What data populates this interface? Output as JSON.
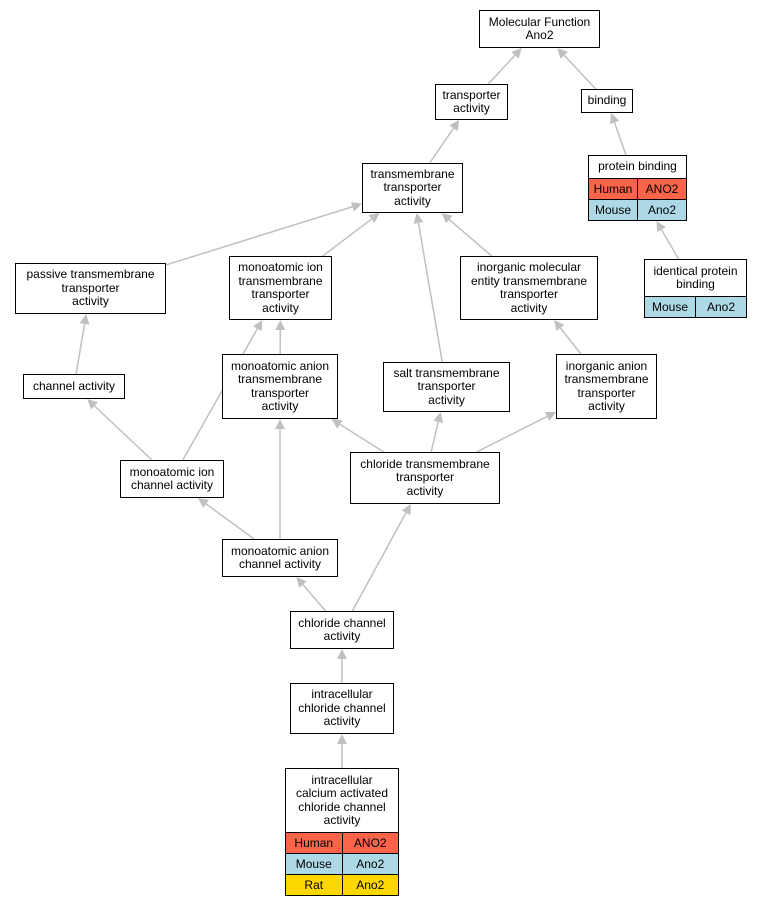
{
  "colors": {
    "edge": "#c0c0c0",
    "human": "#fa6449",
    "mouse": "#add8e6",
    "rat": "#ffd700"
  },
  "nodes": {
    "mf": {
      "label": "Molecular Function\nAno2"
    },
    "transporter": {
      "label": "transporter\nactivity"
    },
    "binding": {
      "label": "binding"
    },
    "tmt": {
      "label": "transmembrane\ntransporter\nactivity"
    },
    "protein_binding": {
      "label": "protein binding",
      "annotations": [
        {
          "species": "Human",
          "gene": "ANO2",
          "color": "#fa6449"
        },
        {
          "species": "Mouse",
          "gene": "Ano2",
          "color": "#add8e6"
        }
      ]
    },
    "identical": {
      "label": "identical protein\nbinding",
      "annotations": [
        {
          "species": "Mouse",
          "gene": "Ano2",
          "color": "#add8e6"
        }
      ]
    },
    "passive": {
      "label": "passive transmembrane\ntransporter\nactivity"
    },
    "ion_tmt": {
      "label": "monoatomic ion\ntransmembrane\ntransporter\nactivity"
    },
    "inorg_mol": {
      "label": "inorganic molecular\nentity transmembrane\ntransporter\nactivity"
    },
    "channel": {
      "label": "channel activity"
    },
    "anion_tmt": {
      "label": "monoatomic anion\ntransmembrane\ntransporter\nactivity"
    },
    "salt": {
      "label": "salt transmembrane\ntransporter\nactivity"
    },
    "inorg_anion": {
      "label": "inorganic anion\ntransmembrane\ntransporter\nactivity"
    },
    "ion_channel": {
      "label": "monoatomic ion\nchannel activity"
    },
    "chloride_tmt": {
      "label": "chloride transmembrane\ntransporter\nactivity"
    },
    "anion_channel": {
      "label": "monoatomic anion\nchannel activity"
    },
    "chloride_channel": {
      "label": "chloride channel\nactivity"
    },
    "intra_chloride": {
      "label": "intracellular\nchloride channel\nactivity"
    },
    "calcium": {
      "label": "intracellular\ncalcium activated\nchloride channel\nactivity",
      "annotations": [
        {
          "species": "Human",
          "gene": "ANO2",
          "color": "#fa6449"
        },
        {
          "species": "Mouse",
          "gene": "Ano2",
          "color": "#add8e6"
        },
        {
          "species": "Rat",
          "gene": "Ano2",
          "color": "#ffd700"
        }
      ]
    }
  },
  "edges": [
    {
      "from": "transporter",
      "to": "mf"
    },
    {
      "from": "binding",
      "to": "mf"
    },
    {
      "from": "tmt",
      "to": "transporter"
    },
    {
      "from": "protein_binding",
      "to": "binding"
    },
    {
      "from": "identical",
      "to": "protein_binding"
    },
    {
      "from": "passive",
      "to": "tmt"
    },
    {
      "from": "ion_tmt",
      "to": "tmt"
    },
    {
      "from": "inorg_mol",
      "to": "tmt"
    },
    {
      "from": "salt",
      "to": "tmt"
    },
    {
      "from": "channel",
      "to": "passive"
    },
    {
      "from": "anion_tmt",
      "to": "ion_tmt"
    },
    {
      "from": "inorg_anion",
      "to": "inorg_mol"
    },
    {
      "from": "ion_channel",
      "to": "channel"
    },
    {
      "from": "ion_channel",
      "to": "ion_tmt"
    },
    {
      "from": "chloride_tmt",
      "to": "anion_tmt"
    },
    {
      "from": "chloride_tmt",
      "to": "salt"
    },
    {
      "from": "chloride_tmt",
      "to": "inorg_anion"
    },
    {
      "from": "anion_channel",
      "to": "ion_channel"
    },
    {
      "from": "anion_channel",
      "to": "anion_tmt"
    },
    {
      "from": "chloride_channel",
      "to": "anion_channel"
    },
    {
      "from": "chloride_channel",
      "to": "chloride_tmt"
    },
    {
      "from": "intra_chloride",
      "to": "chloride_channel"
    },
    {
      "from": "calcium",
      "to": "intra_chloride"
    }
  ]
}
